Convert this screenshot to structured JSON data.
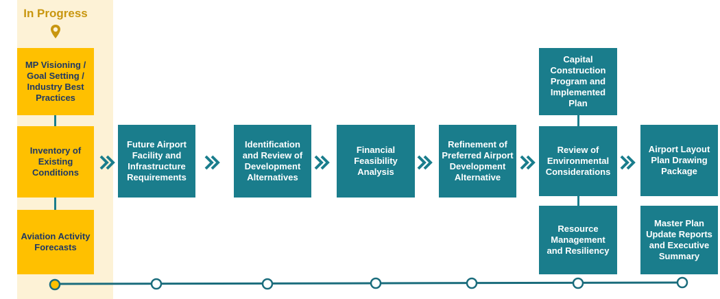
{
  "status_label": "In Progress",
  "colors": {
    "gold": "#ffc000",
    "teal": "#1a7d8c",
    "highlight": "#fdf2d6",
    "timeline": "#1a6c7c",
    "label_gold": "#c8960f"
  },
  "in_progress_boxes": [
    "MP Visioning / Goal Setting / Industry Best Practices",
    "Inventory of Existing Conditions",
    "Aviation Activity Forecasts"
  ],
  "steps": [
    "Future Airport Facility and Infrastructure Requirements",
    "Identification and Review of Development Alternatives",
    "Financial Feasibility Analysis",
    "Refinement of Preferred Airport Development Alternative"
  ],
  "environmental": {
    "top": "Capital Construction Program and Implemented Plan",
    "center": "Review of Environmental Considerations",
    "bottom": "Resource Management and Resiliency"
  },
  "final": {
    "alp": "Airport Layout Plan Drawing Package",
    "report": "Master Plan Update Reports and Executive Summary"
  }
}
